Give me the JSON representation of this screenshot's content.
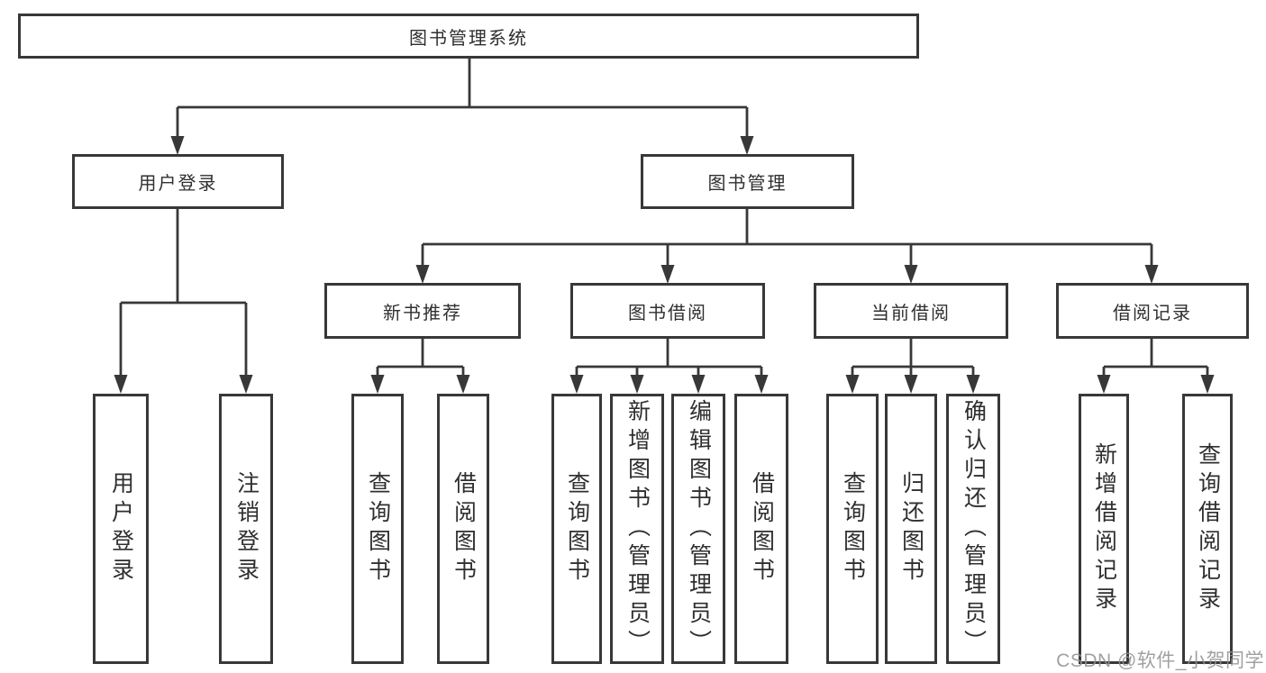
{
  "diagram": {
    "title_node": {
      "label": "图书管理系统"
    },
    "level2": [
      {
        "label": "用户登录"
      },
      {
        "label": "图书管理"
      }
    ],
    "level3": [
      {
        "label": "新书推荐",
        "parent": "图书管理"
      },
      {
        "label": "图书借阅",
        "parent": "图书管理"
      },
      {
        "label": "当前借阅",
        "parent": "图书管理"
      },
      {
        "label": "借阅记录",
        "parent": "图书管理"
      }
    ],
    "leaves": [
      {
        "label": "用户登录",
        "parent": "用户登录"
      },
      {
        "label": "注销登录",
        "parent": "用户登录"
      },
      {
        "label": "查询图书",
        "parent": "新书推荐"
      },
      {
        "label": "借阅图书",
        "parent": "新书推荐"
      },
      {
        "label": "查询图书",
        "parent": "图书借阅"
      },
      {
        "label": "新增图书（管理员）",
        "parent": "图书借阅"
      },
      {
        "label": "编辑图书（管理员）",
        "parent": "图书借阅"
      },
      {
        "label": "借阅图书",
        "parent": "图书借阅"
      },
      {
        "label": "查询图书",
        "parent": "当前借阅"
      },
      {
        "label": "归还图书",
        "parent": "当前借阅"
      },
      {
        "label": "确认归还（管理员）",
        "parent": "当前借阅"
      },
      {
        "label": "新增借阅记录",
        "parent": "借阅记录"
      },
      {
        "label": "查询借阅记录",
        "parent": "借阅记录"
      }
    ],
    "colors": {
      "line": "#383838",
      "text": "#2f2f2f",
      "background": "#ffffff",
      "watermark": "#909090"
    }
  },
  "watermark": {
    "text": "CSDN @软件_小贺同学"
  }
}
